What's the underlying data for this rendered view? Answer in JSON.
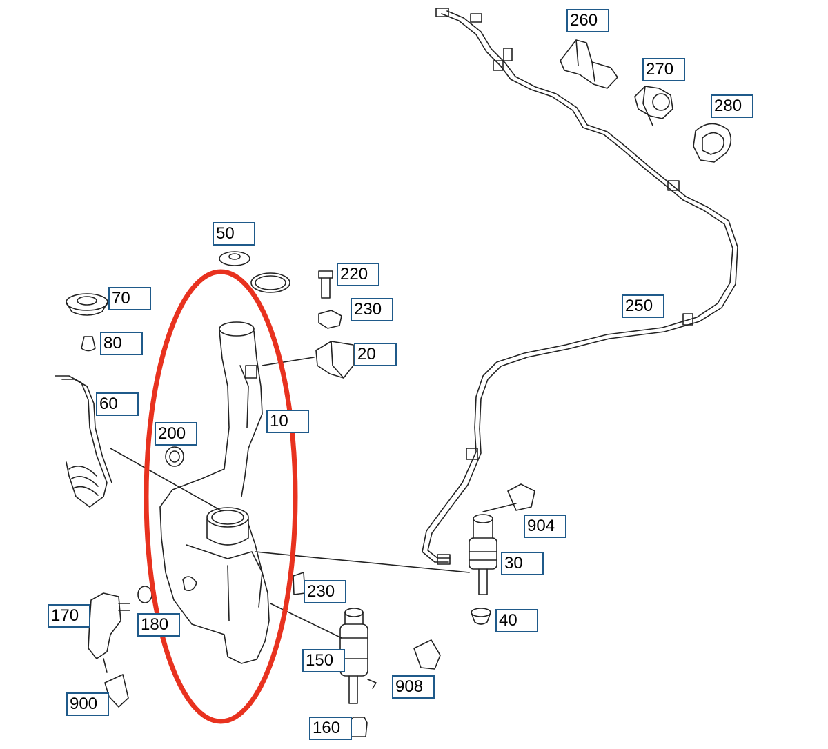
{
  "diagram": {
    "highlight_color": "#e8321f",
    "callout_border_color": "#1f5a8a",
    "line_color": "#222222",
    "callouts": {
      "c260": "260",
      "c270": "270",
      "c280": "280",
      "c250": "250",
      "c50": "50",
      "c70": "70",
      "c80": "80",
      "c60": "60",
      "c220": "220",
      "c230a": "230",
      "c20": "20",
      "c10": "10",
      "c200": "200",
      "c904": "904",
      "c30": "30",
      "c230b": "230",
      "c40": "40",
      "c170": "170",
      "c180": "180",
      "c150": "150",
      "c908": "908",
      "c900": "900",
      "c160": "160"
    }
  }
}
